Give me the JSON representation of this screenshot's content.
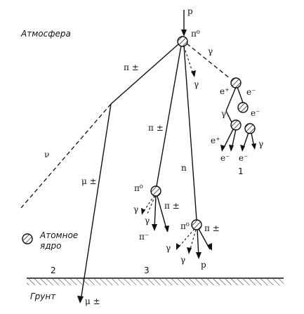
{
  "labels": {
    "atmosphere": "Атмосфера",
    "legend_nucleus_1": "Атомное",
    "legend_nucleus_2": "ядро",
    "ground": "Грунт",
    "proton_in": "p",
    "pi0_top": "π⁰",
    "gamma_right": "γ",
    "gamma_down": "γ",
    "pi_pm_left": "π ±",
    "pi_pm_mid": "π ±",
    "neutron": "n",
    "neutrino": "ν",
    "muon_pm": "μ ±",
    "muon_ground": "μ ±",
    "e_plus_1": "e⁺",
    "e_minus_1": "e⁻",
    "gamma_cascade": "γ",
    "e_minus_2": "e⁻",
    "e_plus_2": "e⁺",
    "gamma_cascade_2": "γ",
    "e_minus_3": "e⁻",
    "e_minus_4": "e⁻",
    "cascade_num": "1",
    "pi0_mid": "π⁰",
    "pi_pm_mid_right": "π ±",
    "gamma_mid": "γ",
    "gamma_mid_2": "γ",
    "pi_minus_mid": "π⁻",
    "pi0_right": "π⁰",
    "pi_pm_right": "π ±",
    "gamma_right_1": "γ",
    "gamma_right_2": "γ",
    "p_out": "p",
    "ground_num_2": "2",
    "ground_num_3": "3"
  }
}
